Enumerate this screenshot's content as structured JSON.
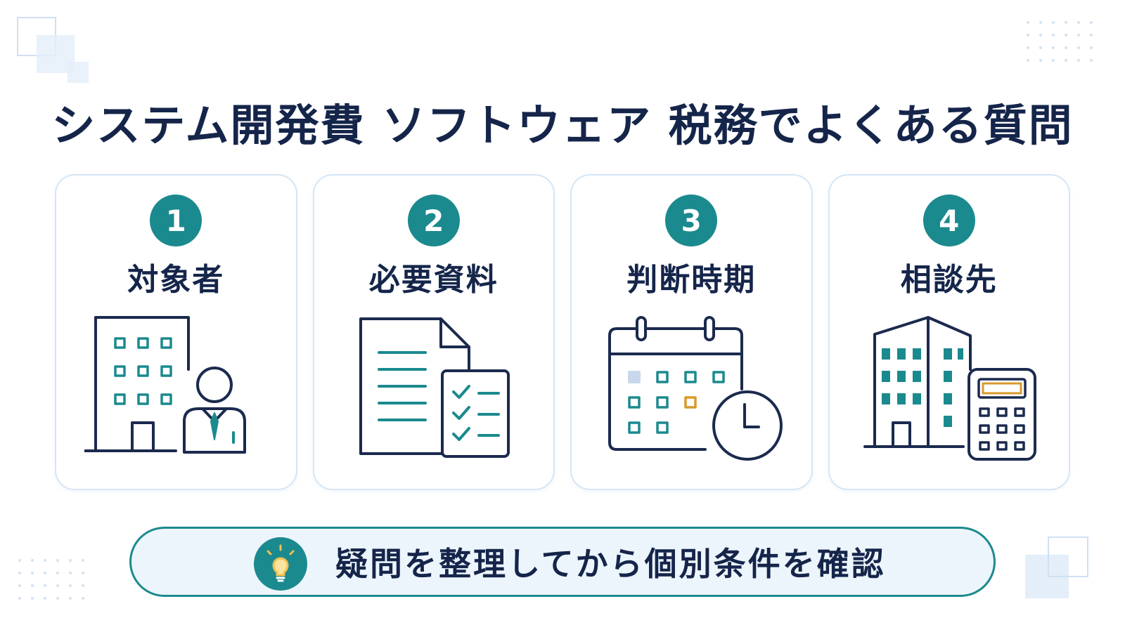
{
  "title": "システム開発費 ソフトウェア 税務でよくある質問",
  "cards": [
    {
      "number": "1",
      "label": "対象者",
      "icon": "building-person-icon"
    },
    {
      "number": "2",
      "label": "必要資料",
      "icon": "document-checklist-icon"
    },
    {
      "number": "3",
      "label": "判断時期",
      "icon": "calendar-clock-icon"
    },
    {
      "number": "4",
      "label": "相談先",
      "icon": "building-calculator-icon"
    }
  ],
  "banner": {
    "text": "疑問を整理してから個別条件を確認",
    "icon": "lightbulb-icon"
  },
  "colors": {
    "accent": "#1b8a8e",
    "navy": "#1b2a4e",
    "card_border": "#d6e6f5",
    "banner_bg": "#edf5fc",
    "highlight_orange": "#d99a2b"
  }
}
